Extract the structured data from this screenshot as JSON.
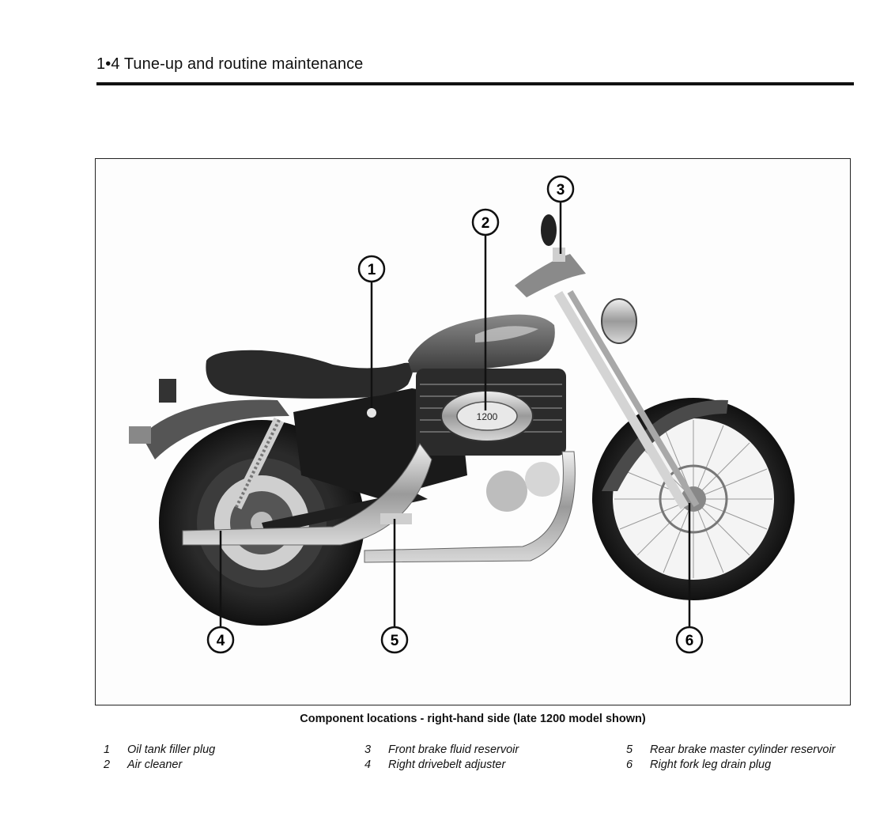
{
  "header": {
    "title": "1•4  Tune-up and routine maintenance"
  },
  "figure": {
    "caption": "Component locations - right-hand side (late 1200 model shown)",
    "air_cleaner_badge": "1200",
    "callouts": [
      "1",
      "2",
      "3",
      "4",
      "5",
      "6"
    ]
  },
  "legend": [
    {
      "num": "1",
      "label": "Oil tank filler plug"
    },
    {
      "num": "2",
      "label": "Air cleaner"
    },
    {
      "num": "3",
      "label": "Front brake fluid reservoir"
    },
    {
      "num": "4",
      "label": "Right drivebelt adjuster"
    },
    {
      "num": "5",
      "label": "Rear brake master cylinder reservoir"
    },
    {
      "num": "6",
      "label": "Right fork leg drain plug"
    }
  ]
}
